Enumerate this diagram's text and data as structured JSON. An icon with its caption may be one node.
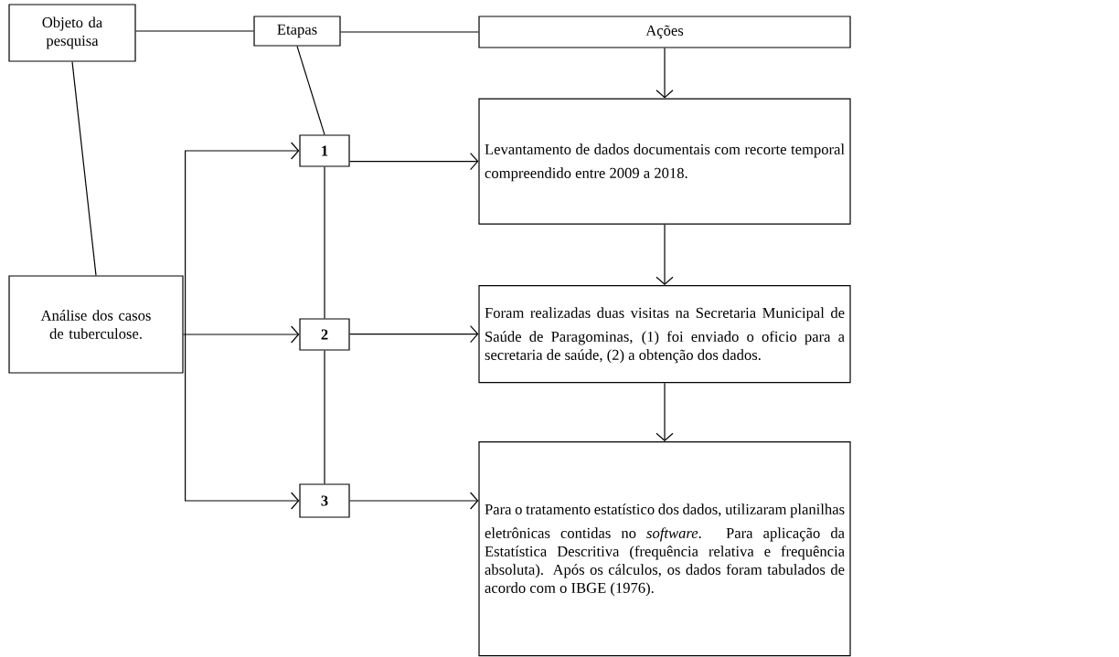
{
  "diagram": {
    "nodes": [
      {
        "text": [
          "Objeto da pesquisa"
        ]
      },
      {
        "text": [
          "Etapas"
        ]
      },
      {
        "text": [
          "Ações"
        ]
      },
      {
        "text": [
          "Análise dos casos de tuberculose."
        ]
      },
      {
        "text": [
          "1"
        ]
      },
      {
        "text": [
          "2"
        ]
      },
      {
        "text": [
          "3"
        ]
      },
      {
        "text": [
          "Levantamento de dados documentais com recorte temporal compreendido entre 2009 a 2018."
        ]
      },
      {
        "text": [
          "Foram realizadas duas visitas na Secretaria Municipal de Saúde de Paragominas, (1) foi enviado o oficio para a secretaria de saúde, (2) a obtenção dos dados."
        ]
      },
      {
        "text": [
          "Para o tratamento estatístico dos dados, utilizaram planilhas eletrônicas contidas no *software*. Para aplicação da Estatística Descritiva (frequência relativa e frequência absoluta). Após os cálculos, os dados foram tabulados de acordo com o IBGE (1976)."
        ]
      }
    ],
    "edges": [
      {
        "from": 0,
        "to": 1,
        "arrow": "none"
      },
      {
        "from": 1,
        "to": 2,
        "arrow": "none"
      },
      {
        "from": 0,
        "to": 3,
        "arrow": "none"
      },
      {
        "from": 1,
        "to": 4,
        "arrow": "none"
      },
      {
        "from": 4,
        "to": 5,
        "arrow": "none"
      },
      {
        "from": 5,
        "to": 6,
        "arrow": "none"
      },
      {
        "from": 3,
        "to": 4,
        "arrow": "to"
      },
      {
        "from": 3,
        "to": 5,
        "arrow": "to"
      },
      {
        "from": 3,
        "to": 6,
        "arrow": "to"
      },
      {
        "from": 4,
        "to": 7,
        "arrow": "to"
      },
      {
        "from": 5,
        "to": 8,
        "arrow": "to"
      },
      {
        "from": 6,
        "to": 9,
        "arrow": "to"
      },
      {
        "from": 2,
        "to": 7,
        "arrow": "to"
      },
      {
        "from": 7,
        "to": 8,
        "arrow": "to"
      },
      {
        "from": 8,
        "to": 9,
        "arrow": "to"
      }
    ]
  }
}
